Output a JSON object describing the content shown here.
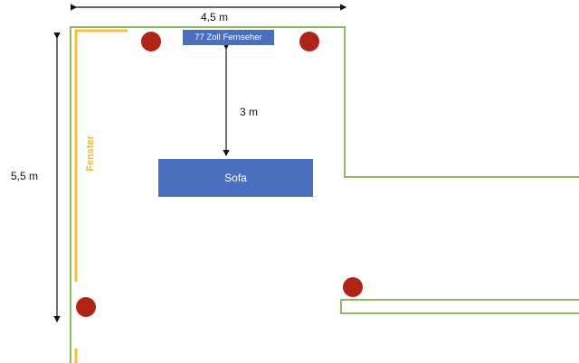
{
  "dimensions": {
    "width_label": "4,5 m",
    "height_label": "5,5 m",
    "tv_distance_label": "3 m"
  },
  "furniture": {
    "tv_label": "77 Zoll Fernseher",
    "sofa_label": "Sofa"
  },
  "window_label": "Fenster",
  "colors": {
    "wall": "#8bbd5e",
    "window": "#f5bf3c",
    "furniture": "#4a6fbf",
    "speaker": "#b02418",
    "arrow": "#111111"
  }
}
